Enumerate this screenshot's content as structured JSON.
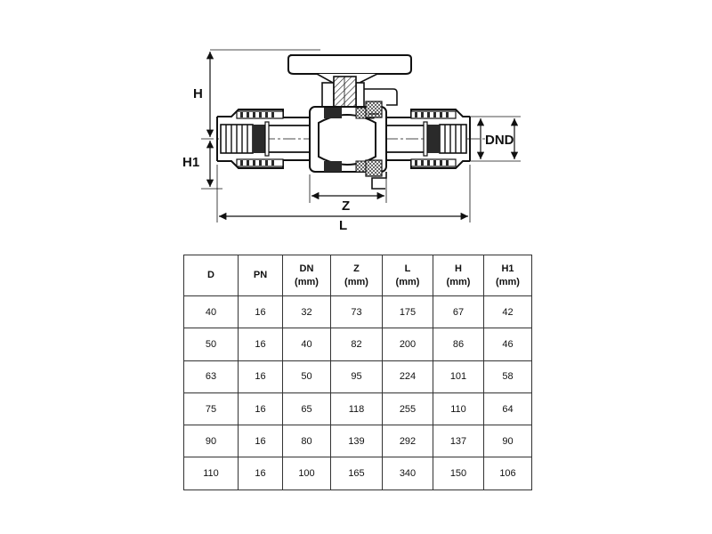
{
  "diagram": {
    "labels": {
      "h": "H",
      "h1": "H1",
      "dnd": "DND",
      "z": "Z",
      "l": "L"
    },
    "colors": {
      "line": "#111111",
      "dark_fill": "#2a2a2a",
      "light_fill": "#f2f2f2"
    }
  },
  "table": {
    "headers": [
      {
        "label": "D",
        "unit": ""
      },
      {
        "label": "PN",
        "unit": ""
      },
      {
        "label": "DN",
        "unit": "(mm)"
      },
      {
        "label": "Z",
        "unit": "(mm)"
      },
      {
        "label": "L",
        "unit": "(mm)"
      },
      {
        "label": "H",
        "unit": "(mm)"
      },
      {
        "label": "H1",
        "unit": "(mm)"
      }
    ],
    "rows": [
      [
        "40",
        "16",
        "32",
        "73",
        "175",
        "67",
        "42"
      ],
      [
        "50",
        "16",
        "40",
        "82",
        "200",
        "86",
        "46"
      ],
      [
        "63",
        "16",
        "50",
        "95",
        "224",
        "101",
        "58"
      ],
      [
        "75",
        "16",
        "65",
        "118",
        "255",
        "110",
        "64"
      ],
      [
        "90",
        "16",
        "80",
        "139",
        "292",
        "137",
        "90"
      ],
      [
        "110",
        "16",
        "100",
        "165",
        "340",
        "150",
        "106"
      ]
    ]
  }
}
